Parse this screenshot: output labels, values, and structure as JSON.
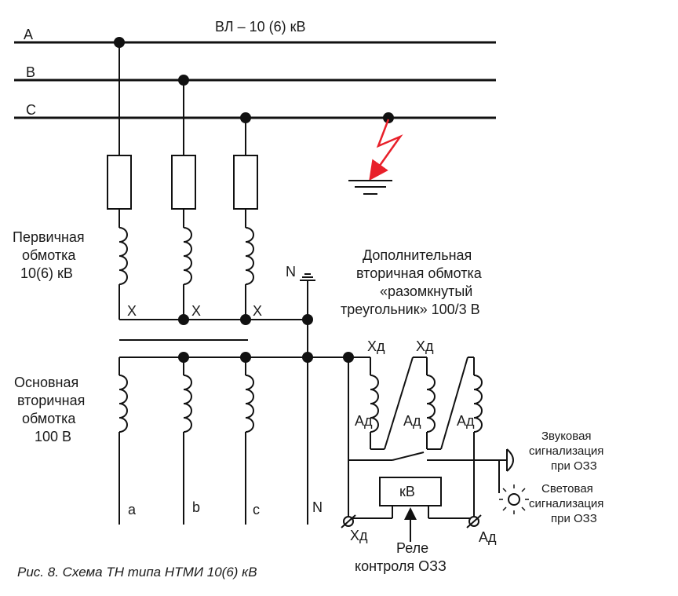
{
  "line_title": "ВЛ – 10 (6) кВ",
  "phases": [
    "A",
    "B",
    "C"
  ],
  "primary_label": [
    "Первичная",
    "обмотка",
    "10(6) кВ"
  ],
  "main_label": [
    "Основная",
    "вторичная",
    "обмотка",
    "100 В"
  ],
  "additional_label": [
    "Дополнительная",
    "вторичная обмотка",
    "«разомкнутый",
    "треугольник» 100/3 В"
  ],
  "x_mark": "X",
  "n_mark": "N",
  "outputs": [
    "a",
    "b",
    "c",
    "N"
  ],
  "xd_mark": "Xд",
  "ad_mark": "Aд",
  "relay_box": "кВ",
  "relay_label": [
    "Реле",
    "контроля ОЗЗ"
  ],
  "sound_label": [
    "Звуковая",
    "сигнализация",
    "при ОЗЗ"
  ],
  "light_label": [
    "Световая",
    "сигнализация",
    "при ОЗЗ"
  ],
  "caption": "Рис. 8. Схема ТН типа НТМИ 10(6) кВ",
  "colors": {
    "fault": "#e8202a",
    "ink": "#111111"
  }
}
